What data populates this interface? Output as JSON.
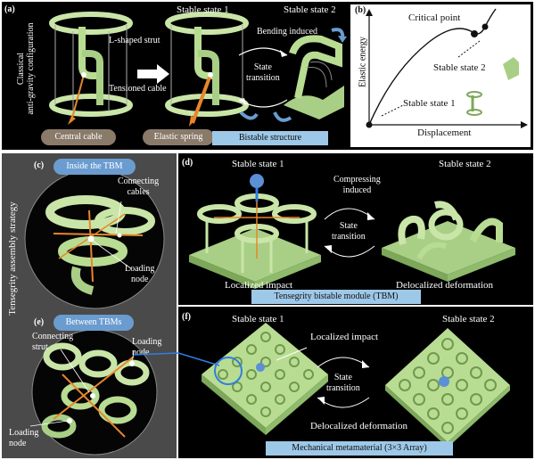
{
  "panel_a": {
    "label": "(a)",
    "side_label_line1": "Classical",
    "side_label_line2": "anti-gravity configuration",
    "stable1": "Stable state 1",
    "stable2": "Stable state 2",
    "l_strut": "L-shaped strut",
    "cable": "Tensioned cable",
    "bending": "Bending induced",
    "state_line1": "State",
    "state_line2": "transition",
    "central_cable": "Central cable",
    "elastic_spring": "Elastic spring",
    "bistable": "Bistable structure"
  },
  "panel_b": {
    "label": "(b)",
    "ylabel": "Elastic energy",
    "xlabel": "Displacement",
    "critical": "Critical point",
    "stable2": "Stable state 2",
    "stable1": "Stable state 1"
  },
  "left": {
    "strategy": "Tensegrity assembly strategy",
    "c_label": "(c)",
    "c_title": "Inside the TBM",
    "c_connecting_line1": "Connecting",
    "c_connecting_line2": "cables",
    "c_loading_line1": "Loading",
    "c_loading_line2": "node",
    "e_label": "(e)",
    "e_title": "Between TBMs",
    "e_connecting_line1": "Connecting",
    "e_connecting_line2": "strut",
    "e_loading_line1": "Loading",
    "e_loading_line2": "node",
    "e_loading2_line1": "Loading",
    "e_loading2_line2": "node"
  },
  "panel_d": {
    "label": "(d)",
    "stable1": "Stable state 1",
    "stable2": "Stable state 2",
    "compress_line1": "Compressing",
    "compress_line2": "induced",
    "state_line1": "State",
    "state_line2": "transition",
    "localized": "Localized impact",
    "delocalized": "Delocalized deformation",
    "module": "Tensegrity bistable module (TBM)"
  },
  "panel_f": {
    "label": "(f)",
    "stable1": "Stable state 1",
    "stable2": "Stable state 2",
    "localized": "Localized impact",
    "state_line1": "State",
    "state_line2": "transition",
    "delocalized": "Delocalized deformation",
    "meta": "Mechanical metamaterial (3×3 Array)"
  },
  "colors": {
    "green": "#c9e6a8",
    "green_dark": "#7da85a",
    "orange": "#e8862a",
    "pill_blue": "#6a9cd0",
    "bar_blue": "#9ec8e8",
    "dark_panel": "#4a4a4a"
  }
}
